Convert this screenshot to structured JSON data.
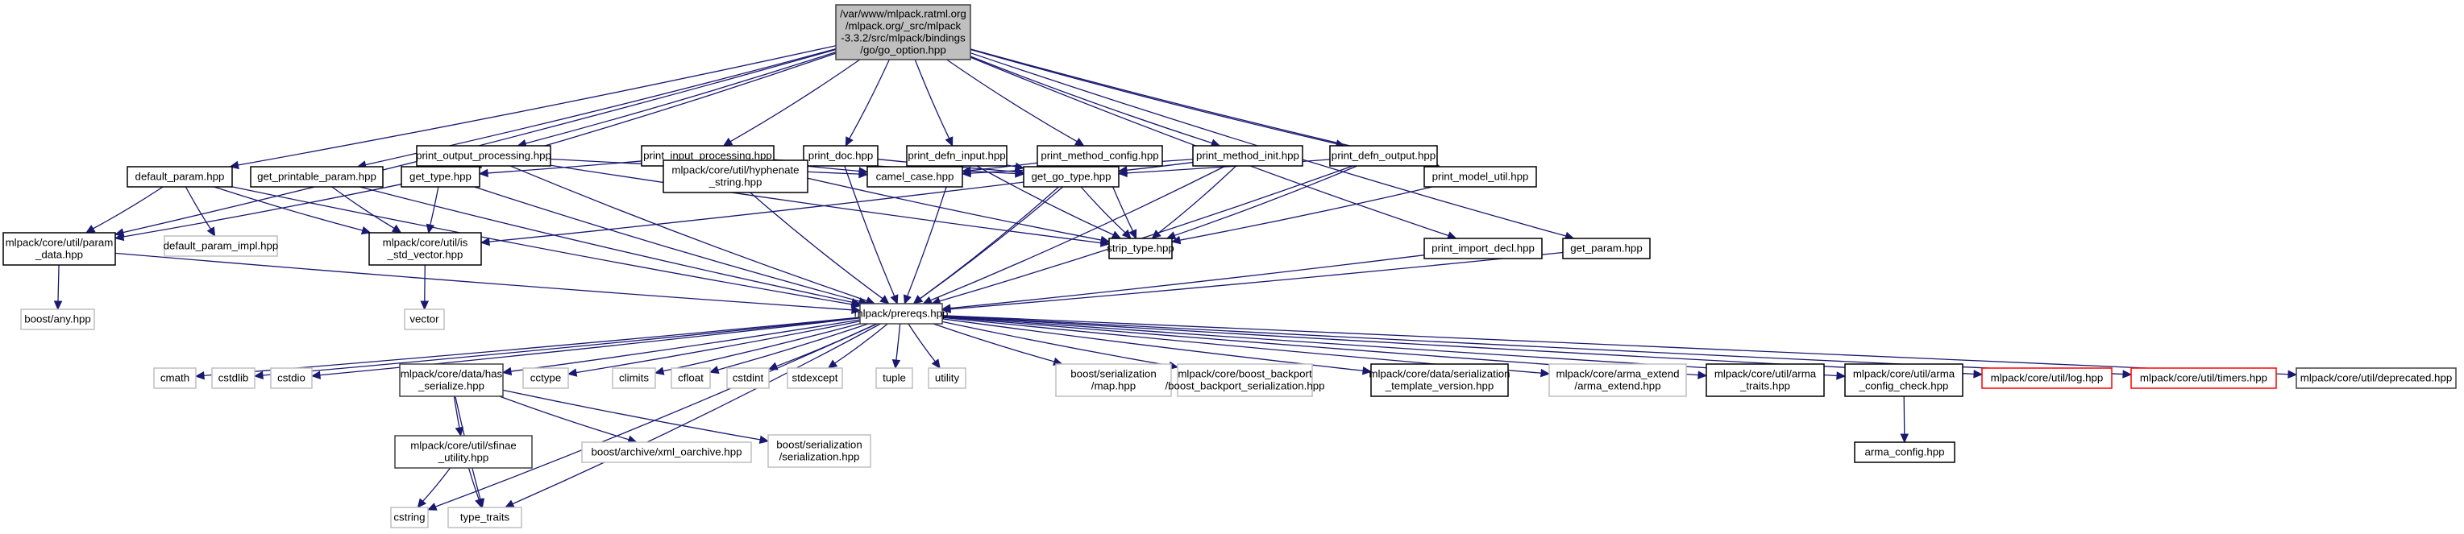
{
  "title": "/var/www/mlpack.ratml.org/mlpack.org/_src/mlpack-3.3.2/src/mlpack/bindings/go/go_option.hpp include dependency graph",
  "colors": {
    "edge": "#191970",
    "root_fill": "#bfbfbf",
    "documented_border": "#000000",
    "external_border": "#bfbfbf",
    "truncated_border": "#ff0000"
  },
  "nodes": [
    {
      "id": "root",
      "kind": "root",
      "lines": [
        "/var/www/mlpack.ratml.org",
        "/mlpack.org/_src/mlpack",
        "-3.3.2/src/mlpack/bindings",
        "/go/go_option.hpp"
      ]
    },
    {
      "id": "print_output_processing",
      "kind": "doc",
      "lines": [
        "print_output_processing.hpp"
      ]
    },
    {
      "id": "print_input_processing",
      "kind": "doc",
      "lines": [
        "print_input_processing.hpp"
      ]
    },
    {
      "id": "print_doc",
      "kind": "doc",
      "lines": [
        "print_doc.hpp"
      ]
    },
    {
      "id": "print_defn_input",
      "kind": "doc",
      "lines": [
        "print_defn_input.hpp"
      ]
    },
    {
      "id": "print_method_config",
      "kind": "doc",
      "lines": [
        "print_method_config.hpp"
      ]
    },
    {
      "id": "print_method_init",
      "kind": "doc",
      "lines": [
        "print_method_init.hpp"
      ]
    },
    {
      "id": "print_defn_output",
      "kind": "doc",
      "lines": [
        "print_defn_output.hpp"
      ]
    },
    {
      "id": "default_param",
      "kind": "doc",
      "lines": [
        "default_param.hpp"
      ]
    },
    {
      "id": "get_printable_param",
      "kind": "doc",
      "lines": [
        "get_printable_param.hpp"
      ]
    },
    {
      "id": "get_type",
      "kind": "doc",
      "lines": [
        "get_type.hpp"
      ]
    },
    {
      "id": "hyphenate_string",
      "kind": "doc",
      "lines": [
        "mlpack/core/util/hyphenate",
        "_string.hpp"
      ]
    },
    {
      "id": "camel_case",
      "kind": "doc",
      "lines": [
        "camel_case.hpp"
      ]
    },
    {
      "id": "get_go_type",
      "kind": "doc",
      "lines": [
        "get_go_type.hpp"
      ]
    },
    {
      "id": "print_model_util",
      "kind": "doc",
      "lines": [
        "print_model_util.hpp"
      ]
    },
    {
      "id": "param_data",
      "kind": "doc",
      "lines": [
        "mlpack/core/util/param",
        "_data.hpp"
      ]
    },
    {
      "id": "default_param_impl",
      "kind": "ext",
      "lines": [
        "default_param_impl.hpp"
      ]
    },
    {
      "id": "is_std_vector",
      "kind": "doc",
      "lines": [
        "mlpack/core/util/is",
        "_std_vector.hpp"
      ]
    },
    {
      "id": "strip_type",
      "kind": "doc",
      "lines": [
        "strip_type.hpp"
      ]
    },
    {
      "id": "print_import_decl",
      "kind": "doc",
      "lines": [
        "print_import_decl.hpp"
      ]
    },
    {
      "id": "get_param",
      "kind": "doc",
      "lines": [
        "get_param.hpp"
      ]
    },
    {
      "id": "boost_any",
      "kind": "ext",
      "lines": [
        "boost/any.hpp"
      ]
    },
    {
      "id": "vector",
      "kind": "ext",
      "lines": [
        "vector"
      ]
    },
    {
      "id": "prereqs",
      "kind": "dark",
      "lines": [
        "mlpack/prereqs.hpp"
      ]
    },
    {
      "id": "cmath",
      "kind": "ext",
      "lines": [
        "cmath"
      ]
    },
    {
      "id": "cstdlib",
      "kind": "ext",
      "lines": [
        "cstdlib"
      ]
    },
    {
      "id": "cstdio",
      "kind": "ext",
      "lines": [
        "cstdio"
      ]
    },
    {
      "id": "has_serialize",
      "kind": "dark",
      "lines": [
        "mlpack/core/data/has",
        "_serialize.hpp"
      ]
    },
    {
      "id": "cctype",
      "kind": "ext",
      "lines": [
        "cctype"
      ]
    },
    {
      "id": "climits",
      "kind": "ext",
      "lines": [
        "climits"
      ]
    },
    {
      "id": "cfloat",
      "kind": "ext",
      "lines": [
        "cfloat"
      ]
    },
    {
      "id": "cstdint",
      "kind": "ext",
      "lines": [
        "cstdint"
      ]
    },
    {
      "id": "stdexcept",
      "kind": "ext",
      "lines": [
        "stdexcept"
      ]
    },
    {
      "id": "tuple",
      "kind": "ext",
      "lines": [
        "tuple"
      ]
    },
    {
      "id": "utility",
      "kind": "ext",
      "lines": [
        "utility"
      ]
    },
    {
      "id": "boost_ser_map",
      "kind": "ext",
      "lines": [
        "boost/serialization",
        "/map.hpp"
      ]
    },
    {
      "id": "boost_backport",
      "kind": "ext",
      "lines": [
        "mlpack/core/boost_backport",
        "/boost_backport_serialization.hpp"
      ]
    },
    {
      "id": "serialization_template_version",
      "kind": "doc",
      "lines": [
        "mlpack/core/data/serialization",
        "_template_version.hpp"
      ]
    },
    {
      "id": "arma_extend",
      "kind": "ext",
      "lines": [
        "mlpack/core/arma_extend",
        "/arma_extend.hpp"
      ]
    },
    {
      "id": "arma_traits",
      "kind": "doc",
      "lines": [
        "mlpack/core/util/arma",
        "_traits.hpp"
      ]
    },
    {
      "id": "arma_config_check",
      "kind": "doc",
      "lines": [
        "mlpack/core/util/arma",
        "_config_check.hpp"
      ]
    },
    {
      "id": "log",
      "kind": "red",
      "lines": [
        "mlpack/core/util/log.hpp"
      ]
    },
    {
      "id": "timers",
      "kind": "red",
      "lines": [
        "mlpack/core/util/timers.hpp"
      ]
    },
    {
      "id": "deprecated",
      "kind": "dark",
      "lines": [
        "mlpack/core/util/deprecated.hpp"
      ]
    },
    {
      "id": "sfinae_utility",
      "kind": "dark",
      "lines": [
        "mlpack/core/util/sfinae",
        "_utility.hpp"
      ]
    },
    {
      "id": "xml_oarchive",
      "kind": "ext",
      "lines": [
        "boost/archive/xml_oarchive.hpp"
      ]
    },
    {
      "id": "boost_serialization",
      "kind": "ext",
      "lines": [
        "boost/serialization",
        "/serialization.hpp"
      ]
    },
    {
      "id": "arma_config",
      "kind": "doc",
      "lines": [
        "arma_config.hpp"
      ]
    },
    {
      "id": "cstring",
      "kind": "ext",
      "lines": [
        "cstring"
      ]
    },
    {
      "id": "type_traits",
      "kind": "ext",
      "lines": [
        "type_traits"
      ]
    }
  ],
  "edges": [
    [
      "root",
      "print_output_processing"
    ],
    [
      "root",
      "print_input_processing"
    ],
    [
      "root",
      "print_doc"
    ],
    [
      "root",
      "print_defn_input"
    ],
    [
      "root",
      "print_method_config"
    ],
    [
      "root",
      "print_method_init"
    ],
    [
      "root",
      "print_defn_output"
    ],
    [
      "root",
      "default_param"
    ],
    [
      "root",
      "get_printable_param"
    ],
    [
      "root",
      "get_type"
    ],
    [
      "root",
      "param_data"
    ],
    [
      "root",
      "print_model_util"
    ],
    [
      "root",
      "print_import_decl"
    ],
    [
      "root",
      "get_param"
    ],
    [
      "print_output_processing",
      "get_type"
    ],
    [
      "print_output_processing",
      "camel_case"
    ],
    [
      "print_output_processing",
      "strip_type"
    ],
    [
      "print_output_processing",
      "prereqs"
    ],
    [
      "print_input_processing",
      "get_type"
    ],
    [
      "print_input_processing",
      "camel_case"
    ],
    [
      "print_input_processing",
      "get_go_type"
    ],
    [
      "print_input_processing",
      "strip_type"
    ],
    [
      "print_input_processing",
      "prereqs"
    ],
    [
      "print_doc",
      "hyphenate_string"
    ],
    [
      "print_doc",
      "camel_case"
    ],
    [
      "print_doc",
      "get_go_type"
    ],
    [
      "print_doc",
      "prereqs"
    ],
    [
      "print_defn_input",
      "camel_case"
    ],
    [
      "print_defn_input",
      "get_go_type"
    ],
    [
      "print_defn_input",
      "strip_type"
    ],
    [
      "print_defn_input",
      "prereqs"
    ],
    [
      "print_method_config",
      "camel_case"
    ],
    [
      "print_method_config",
      "get_go_type"
    ],
    [
      "print_method_config",
      "strip_type"
    ],
    [
      "print_method_config",
      "prereqs"
    ],
    [
      "print_method_init",
      "camel_case"
    ],
    [
      "print_method_init",
      "get_go_type"
    ],
    [
      "print_method_init",
      "strip_type"
    ],
    [
      "print_method_init",
      "prereqs"
    ],
    [
      "print_defn_output",
      "get_go_type"
    ],
    [
      "print_defn_output",
      "strip_type"
    ],
    [
      "print_defn_output",
      "prereqs"
    ],
    [
      "default_param",
      "param_data"
    ],
    [
      "default_param",
      "default_param_impl"
    ],
    [
      "default_param",
      "is_std_vector"
    ],
    [
      "default_param",
      "prereqs"
    ],
    [
      "get_printable_param",
      "is_std_vector"
    ],
    [
      "get_printable_param",
      "prereqs"
    ],
    [
      "get_type",
      "param_data"
    ],
    [
      "get_type",
      "is_std_vector"
    ],
    [
      "get_type",
      "prereqs"
    ],
    [
      "get_go_type",
      "is_std_vector"
    ],
    [
      "get_go_type",
      "strip_type"
    ],
    [
      "get_go_type",
      "prereqs"
    ],
    [
      "print_model_util",
      "strip_type"
    ],
    [
      "param_data",
      "boost_any"
    ],
    [
      "param_data",
      "prereqs"
    ],
    [
      "is_std_vector",
      "vector"
    ],
    [
      "print_import_decl",
      "prereqs"
    ],
    [
      "get_param",
      "prereqs"
    ],
    [
      "prereqs",
      "cmath"
    ],
    [
      "prereqs",
      "cstdlib"
    ],
    [
      "prereqs",
      "cstdio"
    ],
    [
      "prereqs",
      "cstring"
    ],
    [
      "prereqs",
      "has_serialize"
    ],
    [
      "prereqs",
      "cctype"
    ],
    [
      "prereqs",
      "climits"
    ],
    [
      "prereqs",
      "cfloat"
    ],
    [
      "prereqs",
      "cstdint"
    ],
    [
      "prereqs",
      "stdexcept"
    ],
    [
      "prereqs",
      "tuple"
    ],
    [
      "prereqs",
      "utility"
    ],
    [
      "prereqs",
      "boost_ser_map"
    ],
    [
      "prereqs",
      "boost_backport"
    ],
    [
      "prereqs",
      "serialization_template_version"
    ],
    [
      "prereqs",
      "arma_extend"
    ],
    [
      "prereqs",
      "arma_traits"
    ],
    [
      "prereqs",
      "arma_config_check"
    ],
    [
      "prereqs",
      "log"
    ],
    [
      "prereqs",
      "timers"
    ],
    [
      "prereqs",
      "deprecated"
    ],
    [
      "prereqs",
      "type_traits"
    ],
    [
      "has_serialize",
      "sfinae_utility"
    ],
    [
      "has_serialize",
      "xml_oarchive"
    ],
    [
      "has_serialize",
      "boost_serialization"
    ],
    [
      "has_serialize",
      "type_traits"
    ],
    [
      "sfinae_utility",
      "cstring"
    ],
    [
      "sfinae_utility",
      "type_traits"
    ],
    [
      "arma_config_check",
      "arma_config"
    ]
  ]
}
